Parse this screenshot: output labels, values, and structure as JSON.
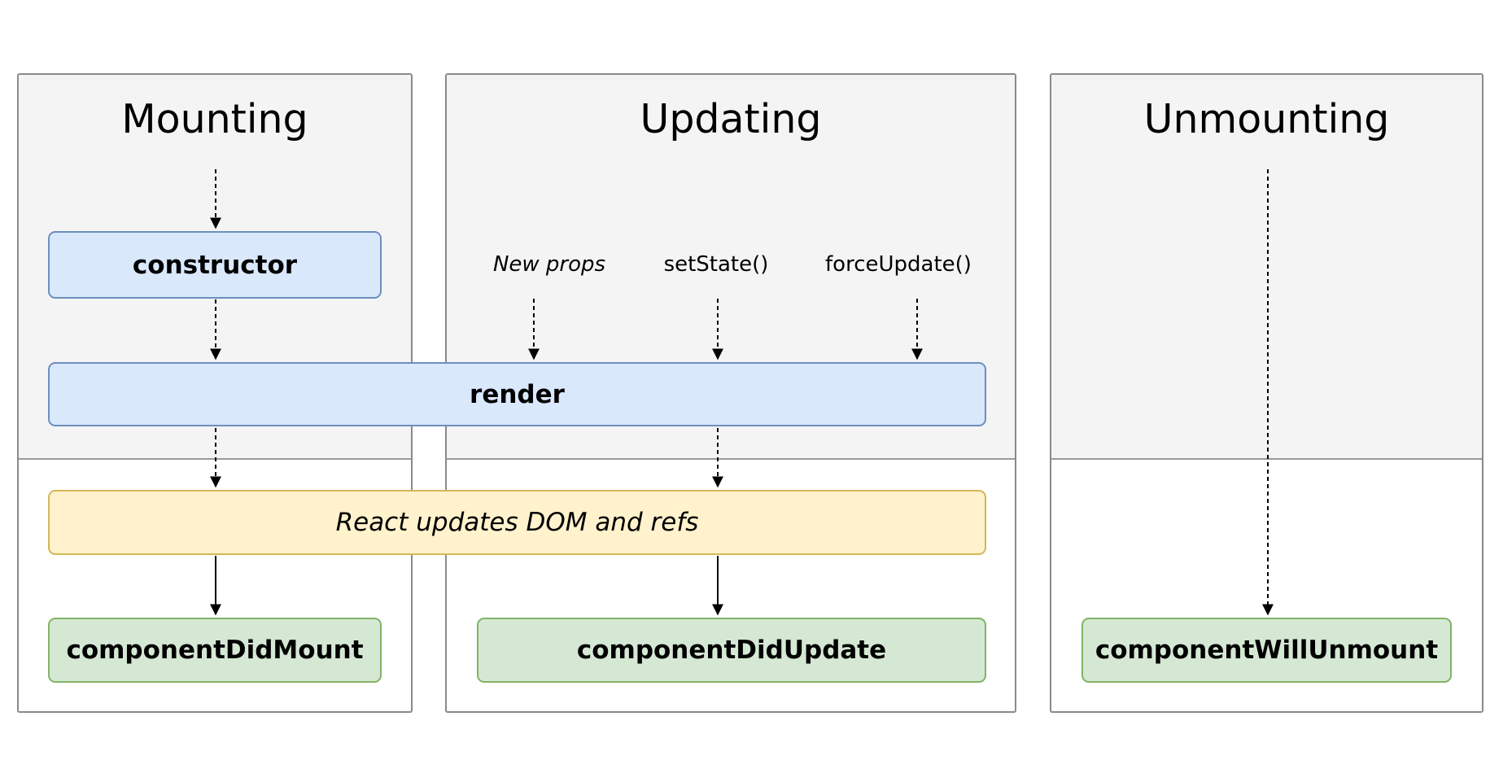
{
  "phases": {
    "mounting": "Mounting",
    "updating": "Updating",
    "unmounting": "Unmounting"
  },
  "triggers": {
    "new_props": "New props",
    "set_state": "setState()",
    "force_update": "forceUpdate()"
  },
  "methods": {
    "constructor": "constructor",
    "render": "render",
    "react_updates": "React updates DOM and refs",
    "component_did_mount": "componentDidMount",
    "component_did_update": "componentDidUpdate",
    "component_will_unmount": "componentWillUnmount"
  },
  "colors": {
    "render_phase_bg": "#f4f4f4",
    "commit_phase_bg": "#ffffff",
    "blue_fill": "#dae8fc",
    "blue_stroke": "#6c8ebf",
    "yellow_fill": "#fff2cc",
    "yellow_stroke": "#d6b656",
    "green_fill": "#d5e8d4",
    "green_stroke": "#82b366"
  }
}
